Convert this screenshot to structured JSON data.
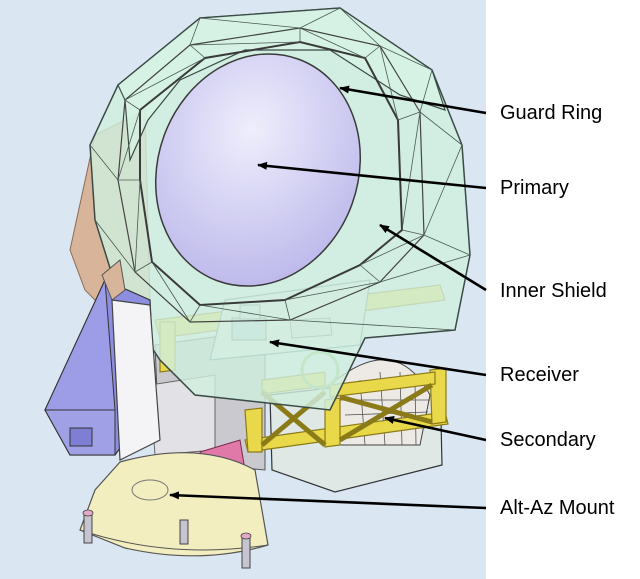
{
  "labels": {
    "guard_ring": "Guard Ring",
    "primary": "Primary",
    "inner_shield": "Inner Shield",
    "receiver": "Receiver",
    "secondary": "Secondary",
    "alt_az_mount": "Alt-Az Mount"
  },
  "colors": {
    "background_panel": "#dbe6f3",
    "shield_glass": "#cfeedd",
    "primary_mirror": "#c9c6ef",
    "truss_yellow": "#e8d84a",
    "mount_cream": "#f3eec0",
    "arm_purple": "#8d8ee0",
    "panel_gray": "#d9d9de",
    "brown_panel": "#d8b59a",
    "pink_joint": "#e079a8",
    "leader_line": "#000000"
  }
}
